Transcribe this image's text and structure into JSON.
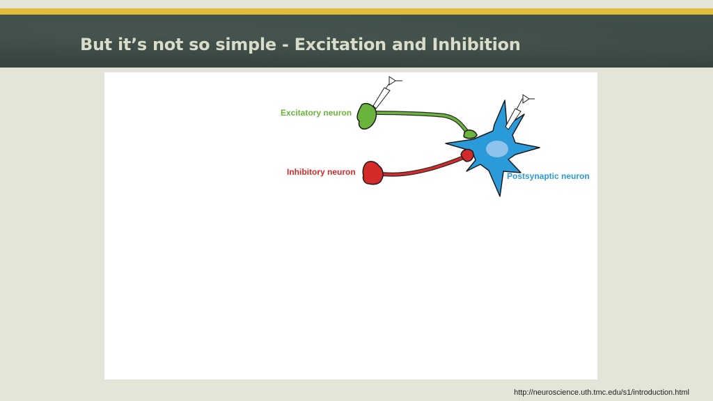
{
  "slide": {
    "title": "But it’s not so simple - Excitation and Inhibition",
    "source_url": "http://neuroscience.uth.tmc.edu/s1/introduction.html"
  },
  "diagram": {
    "labels": {
      "excitatory": "Excitatory neuron",
      "inhibitory": "Inhibitory neuron",
      "postsynaptic": "Postsynaptic neuron"
    }
  },
  "colors": {
    "title_band": "#3c4a45",
    "gold_stripe": "#e0be3c",
    "background": "#e3e5d8",
    "excitatory": "#6ab43c",
    "inhibitory": "#d42a2a",
    "postsynaptic": "#2a9ad8",
    "nucleus": "#8ec4ec"
  }
}
